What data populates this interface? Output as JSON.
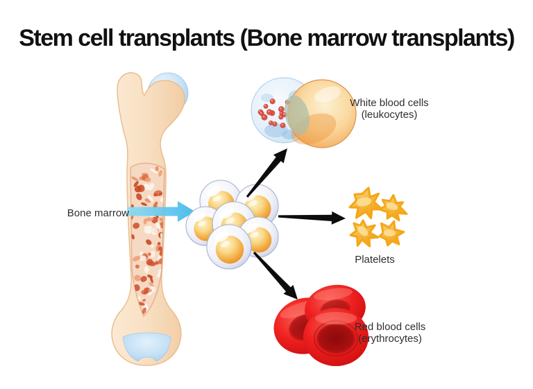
{
  "title": "Stem cell transplants (Bone marrow transplants)",
  "labels": {
    "bone_marrow": "Bone marrow",
    "white_blood_cells_line1": "White blood cells",
    "white_blood_cells_line2": "(leukocytes)",
    "platelets": "Platelets",
    "red_blood_cells_line1": "Red blood cells",
    "red_blood_cells_line2": "(erythrocytes)"
  },
  "icons": {
    "femur_bone": "femur-bone-with-marrow-cutaway",
    "marrow_arrow": "blue-right-arrow",
    "stem_cells": "stem-cell-cluster",
    "white_blood_cells": "white-blood-cells-illustration",
    "platelets": "platelets-illustration",
    "red_blood_cells": "red-blood-cells-illustration",
    "differentiation_arrows": "black-diagonal-arrows"
  },
  "colors": {
    "title_text": "#111111",
    "label_text": "#2e2e2e",
    "bone_fill": "#f8dfc1",
    "bone_outline": "#e9bd90",
    "cartilage_blue": "#aed4f1",
    "marrow_base": "#f6d9c2",
    "marrow_texture_reds": [
      "#dd6a42",
      "#d05331",
      "#e8906a",
      "#c64a24",
      "#ef9f79"
    ],
    "marrow_texture_hole": "#fdf3ea",
    "marrow_arrow_blue": "#55c2ec",
    "stem_cell_core_orange": "#f0a030",
    "wbc_blue": "#cfe3f4",
    "wbc_orange": "#f4b169",
    "wbc_granule_red": "#e05548",
    "platelet_orange": "#f4a716",
    "platelet_light": "#fce3a0",
    "rbc_red": "#e01616",
    "arrow_black": "#0d0d0d",
    "background": "#ffffff"
  }
}
